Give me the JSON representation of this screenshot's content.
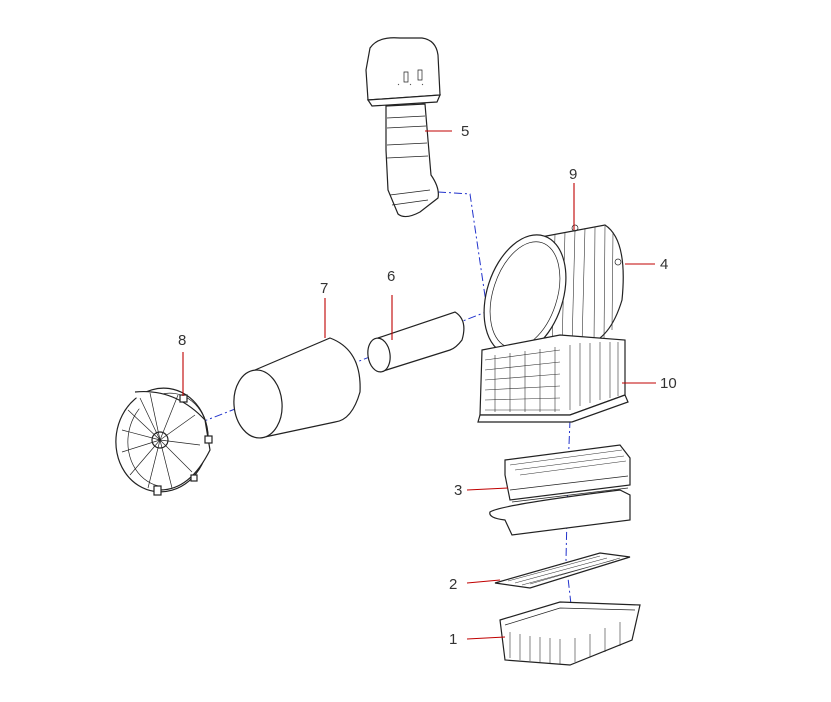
{
  "callouts": [
    {
      "id": "1",
      "label": "1"
    },
    {
      "id": "2",
      "label": "2"
    },
    {
      "id": "3",
      "label": "3"
    },
    {
      "id": "4",
      "label": "4"
    },
    {
      "id": "5",
      "label": "5"
    },
    {
      "id": "6",
      "label": "6"
    },
    {
      "id": "7",
      "label": "7"
    },
    {
      "id": "8",
      "label": "8"
    },
    {
      "id": "9",
      "label": "9"
    },
    {
      "id": "10",
      "label": "10"
    }
  ],
  "colors": {
    "line_art": "#222222",
    "leader_lines": "#c00000",
    "assembly_axis": "#2233cc",
    "numbers": "#333333"
  }
}
